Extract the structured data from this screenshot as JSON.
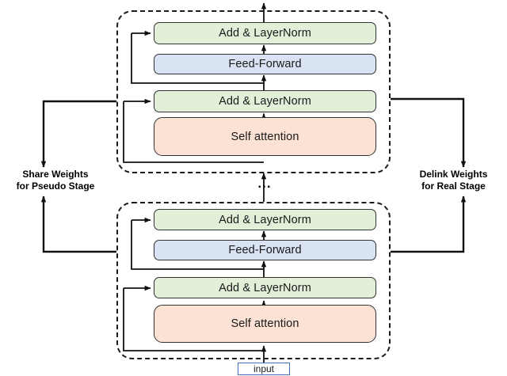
{
  "figure": {
    "type": "transformer-stage-diagram",
    "background": "#ffffff"
  },
  "colors": {
    "layernorm_fill": "#e2efd9",
    "feedforward_fill": "#dae3f3",
    "attention_fill": "#fbe2d5",
    "block_border": "#333333",
    "stage_border": "#1a1a1a",
    "input_border": "#4472c4",
    "arrow": "#111111"
  },
  "stages": {
    "pseudo": {
      "name": "pseudo-stage",
      "blocks": [
        {
          "id": "add-layernorm-2",
          "label": "Add & LayerNorm",
          "color": "green"
        },
        {
          "id": "feed-forward",
          "label": "Feed-Forward",
          "color": "blue"
        },
        {
          "id": "add-layernorm-1",
          "label": "Add & LayerNorm",
          "color": "green"
        },
        {
          "id": "self-attention",
          "label": "Self attention",
          "color": "orange"
        }
      ]
    },
    "real": {
      "name": "real-stage",
      "blocks": [
        {
          "id": "add-layernorm-2",
          "label": "Add & LayerNorm",
          "color": "green"
        },
        {
          "id": "feed-forward",
          "label": "Feed-Forward",
          "color": "blue"
        },
        {
          "id": "add-layernorm-1",
          "label": "Add & LayerNorm",
          "color": "green"
        },
        {
          "id": "self-attention",
          "label": "Self attention",
          "color": "orange"
        }
      ]
    }
  },
  "labels": {
    "left": {
      "line1": "Share Weights",
      "line2": "for Pseudo Stage"
    },
    "right": {
      "line1": "Delink Weights",
      "line2": "for Real Stage"
    }
  },
  "input": {
    "label": "input"
  },
  "ellipsis": {
    "glyph": "..."
  }
}
